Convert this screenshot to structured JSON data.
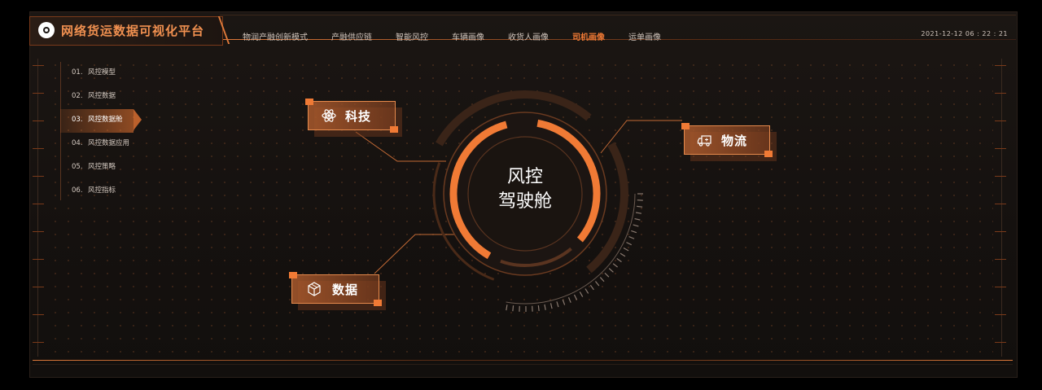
{
  "header": {
    "title": "网络货运数据可视化平台",
    "clock": "2021-12-12 06 : 22 : 21"
  },
  "nav": {
    "items": [
      {
        "label": "物润产融创新模式"
      },
      {
        "label": "产融供应链"
      },
      {
        "label": "智能风控"
      },
      {
        "label": "车辆画像"
      },
      {
        "label": "收货人画像"
      },
      {
        "label": "司机画像"
      },
      {
        "label": "运单画像"
      }
    ],
    "active_index": 5
  },
  "sidebar": {
    "items": [
      {
        "num": "01.",
        "label": "风控模型"
      },
      {
        "num": "02.",
        "label": "风控数据"
      },
      {
        "num": "03.",
        "label": "风控数据舱"
      },
      {
        "num": "04.",
        "label": "风控数据应用"
      },
      {
        "num": "05.",
        "label": "风控策略"
      },
      {
        "num": "06.",
        "label": "风控指标"
      }
    ],
    "active_index": 2
  },
  "center": {
    "line1": "风控",
    "line2": "驾驶舱"
  },
  "cards": {
    "tech": {
      "label": "科技",
      "icon": "atom-icon"
    },
    "logistics": {
      "label": "物流",
      "icon": "truck-icon"
    },
    "data": {
      "label": "数据",
      "icon": "cube-icon"
    }
  },
  "colors": {
    "accent": "#f07a35",
    "background": "#15110f",
    "card": "#a85a2d"
  }
}
